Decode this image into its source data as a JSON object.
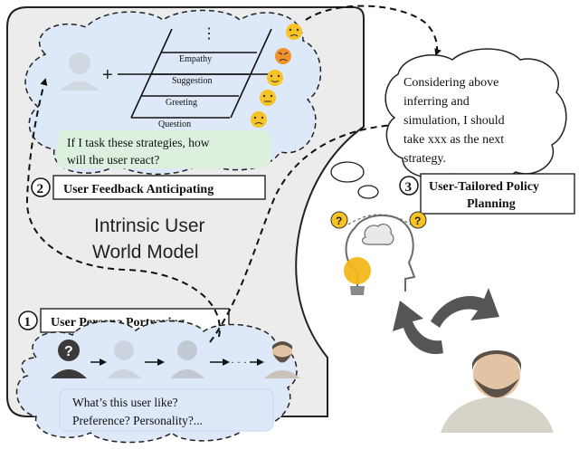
{
  "top_cloud": {
    "dots": "⋮",
    "strategies": [
      "Empathy",
      "Suggestion",
      "Greeting",
      "Question"
    ],
    "plus": "+",
    "question_line1": "If I task these strategies, how",
    "question_line2": "will the user react?"
  },
  "step2": {
    "number": "2",
    "label": "User Feedback Anticipating"
  },
  "panel_title": {
    "line1": "Intrinsic User",
    "line2": "World Model"
  },
  "step1": {
    "number": "1",
    "label": "User Persona Portraying"
  },
  "bottom_cloud": {
    "dots": "· · ·",
    "unknown_mark": "?",
    "question_line1": "What’s this user like?",
    "question_line2": "Preference? Personality?..."
  },
  "thought_cloud": {
    "line1": "Considering above",
    "line2": "inferring and",
    "line3": "simulation, I should",
    "line4": "take xxx as the next",
    "line5": "strategy."
  },
  "step3": {
    "number": "3",
    "label_line1": "User-Tailored Policy",
    "label_line2": "Planning"
  },
  "head_icon": {
    "left_mark": "?",
    "right_mark": "?"
  },
  "colors": {
    "panel_fill": "#ececec",
    "cloud_fill": "#dde9f8",
    "question_fill": "#ddf0dd",
    "face_yellow": "#f7c325",
    "bulb_yellow": "#f2b81b",
    "arrow_gray": "#555555",
    "skin": "#e2c3a4",
    "beard": "#5a5047"
  }
}
